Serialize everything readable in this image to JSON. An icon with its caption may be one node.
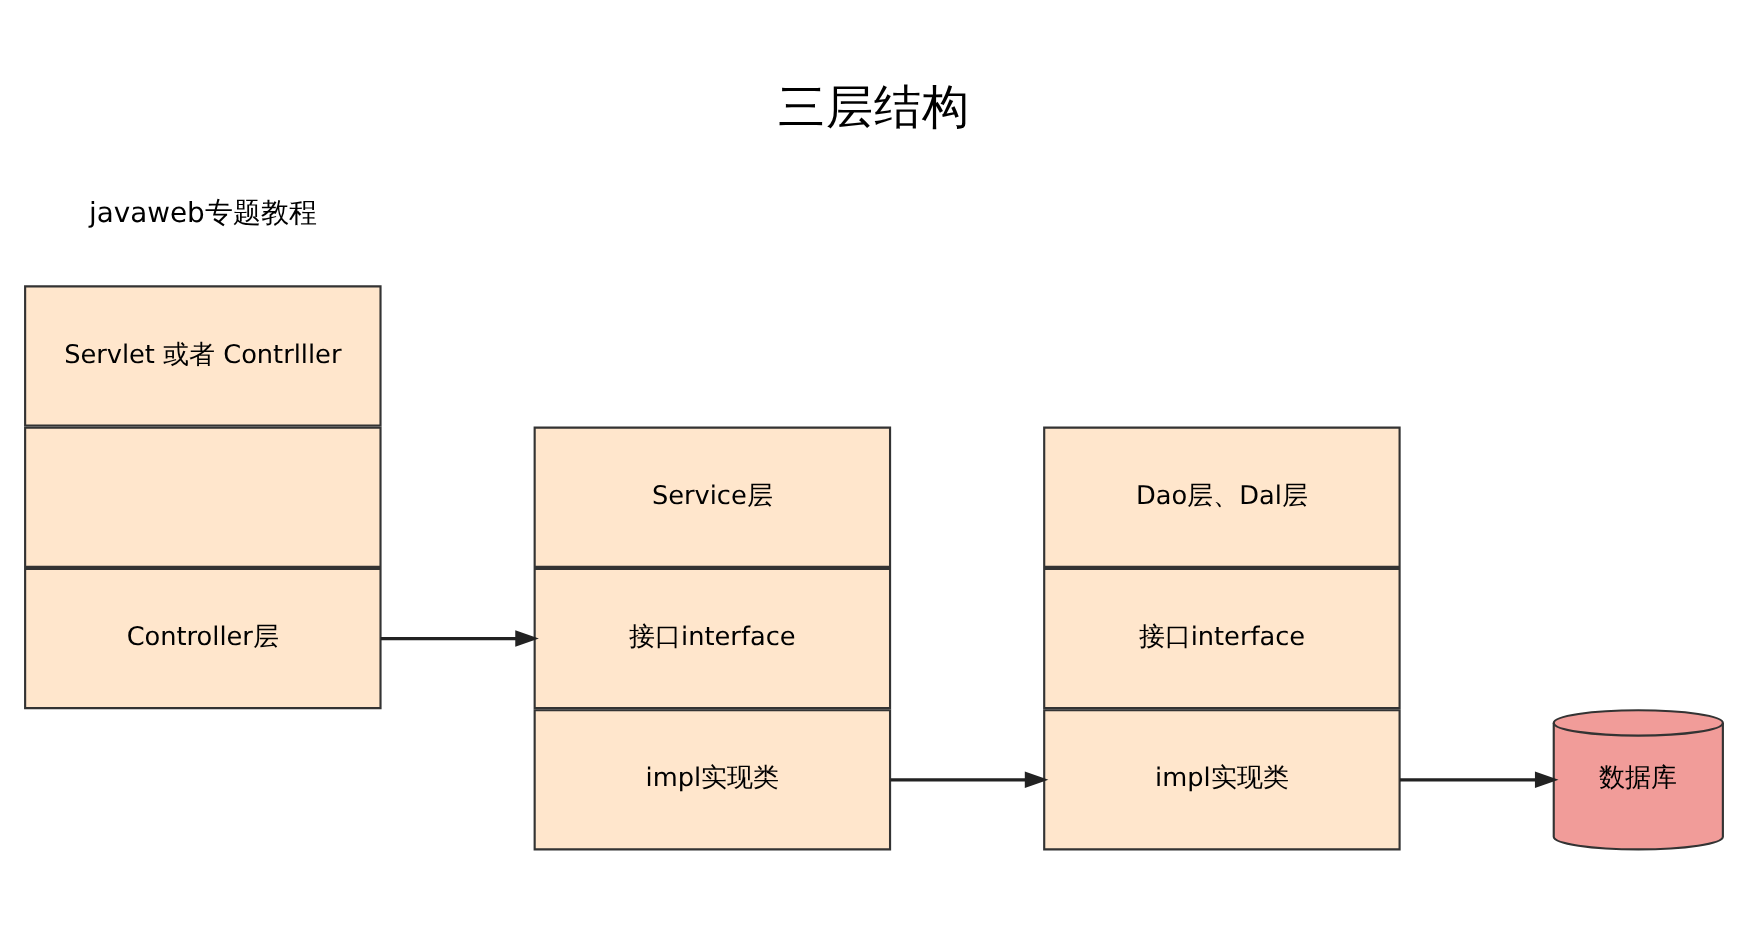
{
  "diagram": {
    "title": "三层结构",
    "nodes": [
      {
        "text": [
          "Controller层"
        ]
      },
      {
        "text": [
          "Servlet 或者 Contrlller"
        ]
      },
      {
        "text": [],
        "shape": "box"
      },
      {
        "text": [
          "Service层"
        ]
      },
      {
        "text": [
          "接口interface"
        ]
      },
      {
        "text": [
          "impl实现类"
        ]
      },
      {
        "text": [
          "Dao层、Dal层"
        ]
      },
      {
        "text": [
          "接口interface"
        ]
      },
      {
        "text": [
          "impl实现类"
        ]
      },
      {
        "text": [
          "数据库"
        ]
      }
    ],
    "edges": [
      {
        "from": 0,
        "to": 4,
        "arrow": "to"
      },
      {
        "from": 5,
        "to": 8,
        "arrow": "to"
      },
      {
        "from": 8,
        "to": 9,
        "arrow": "to"
      }
    ],
    "labels": [
      "javaweb专题教程"
    ]
  }
}
